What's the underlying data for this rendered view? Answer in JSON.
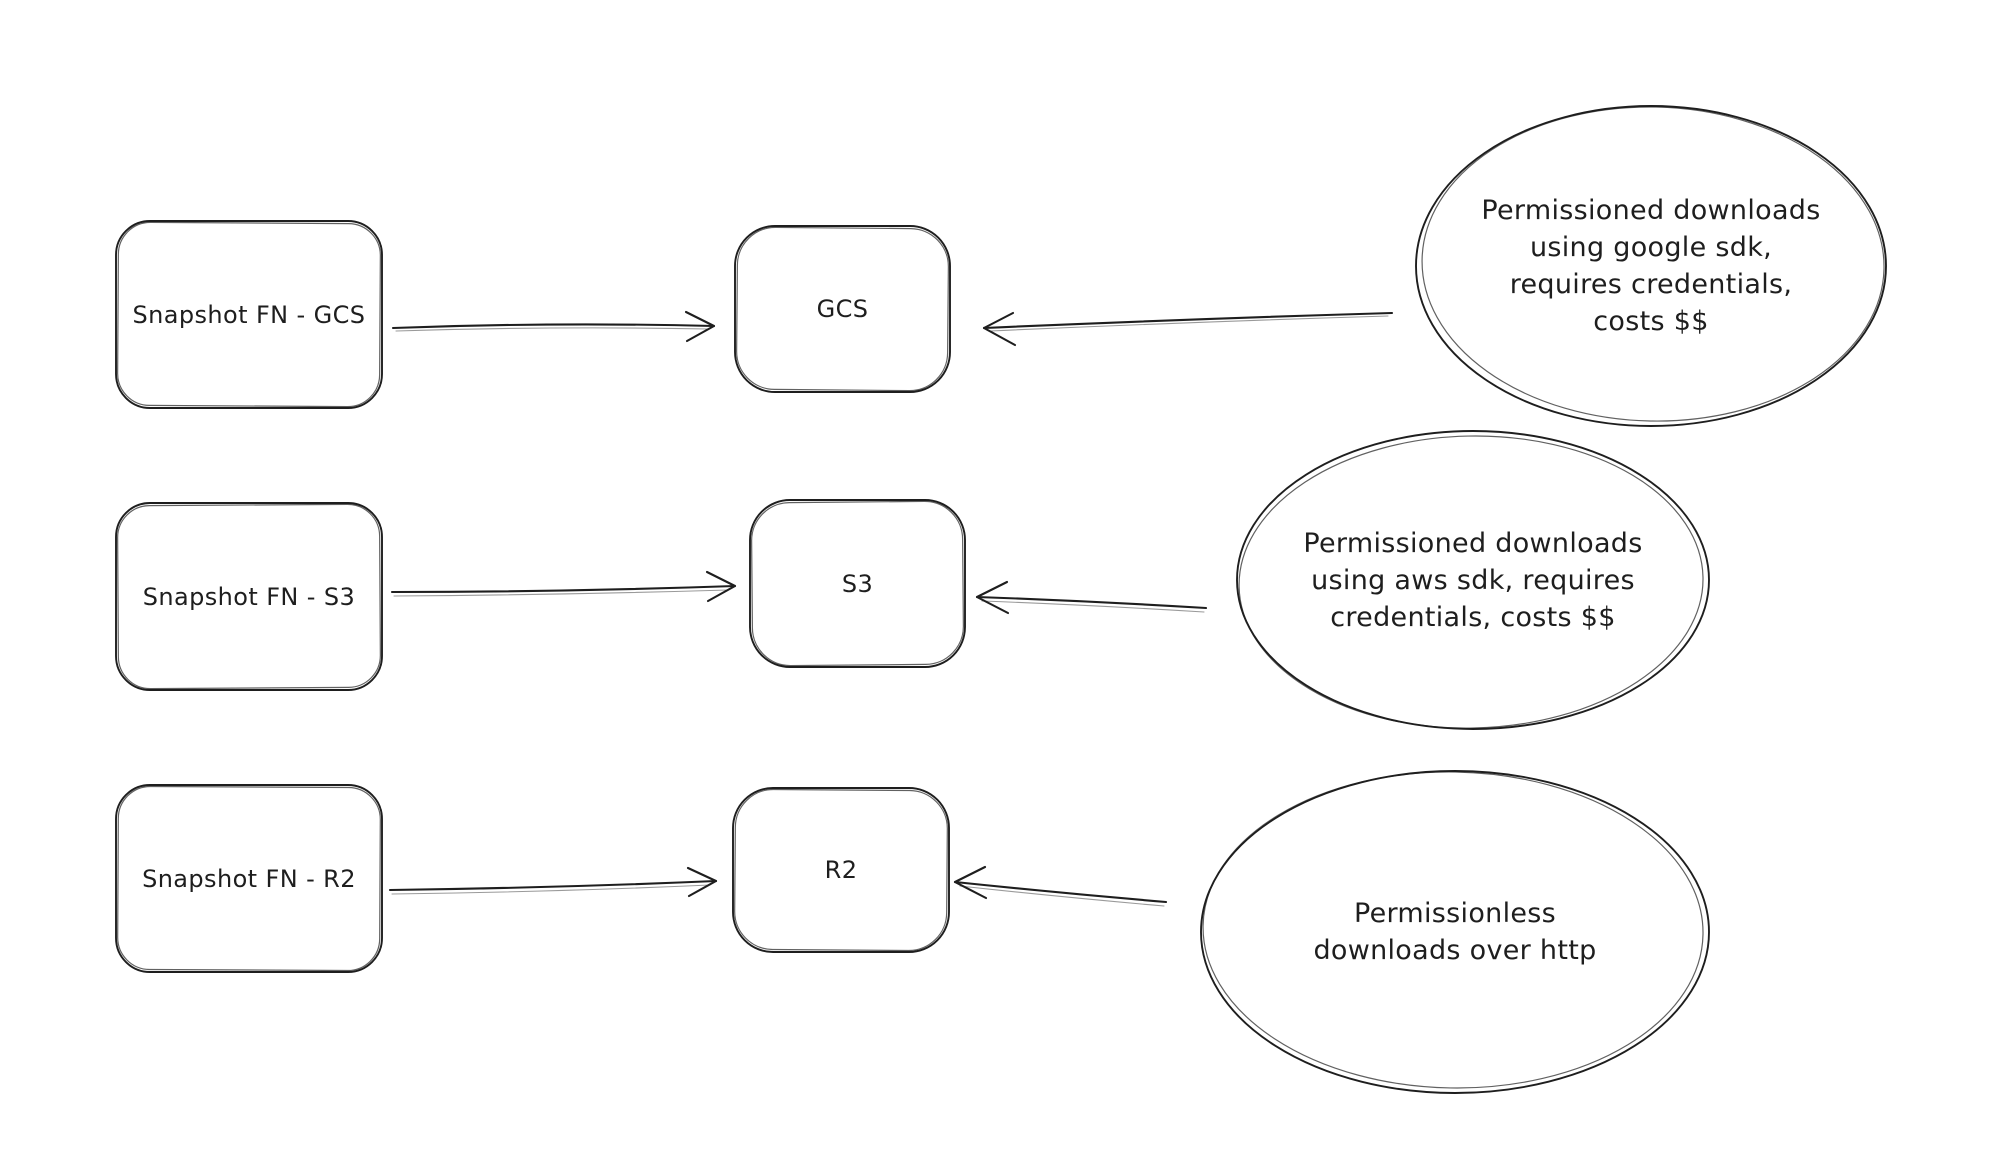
{
  "canvas": {
    "background": "#ffffff",
    "stroke_color": "#1e1e1e"
  },
  "nodes": {
    "snapshot_gcs": {
      "label": "Snapshot FN - GCS"
    },
    "snapshot_s3": {
      "label": "Snapshot FN - S3"
    },
    "snapshot_r2": {
      "label": "Snapshot FN - R2"
    },
    "gcs": {
      "label": "GCS"
    },
    "s3": {
      "label": "S3"
    },
    "r2": {
      "label": "R2"
    }
  },
  "notes": {
    "gcs": {
      "lines": [
        "Permissioned downloads",
        "using google sdk,",
        "requires credentials,",
        "costs $$"
      ]
    },
    "s3": {
      "lines": [
        "Permissioned downloads",
        "using aws sdk, requires",
        "credentials, costs $$"
      ]
    },
    "r2": {
      "lines": [
        "Permissionless",
        "downloads over http"
      ]
    }
  }
}
